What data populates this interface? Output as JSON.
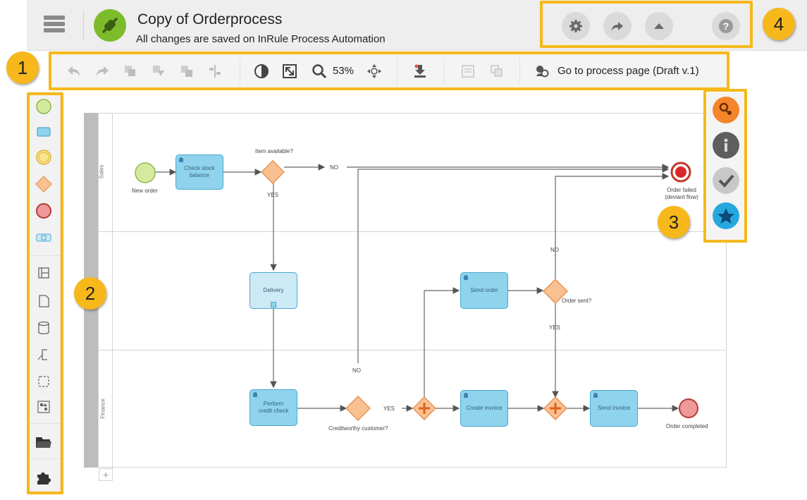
{
  "header": {
    "title": "Copy of Orderprocess",
    "subtitle": "All changes are saved on InRule Process Automation",
    "menu_icon": "hamburger-icon",
    "logo_icon": "plug-icon",
    "buttons": [
      {
        "icon": "gear-icon"
      },
      {
        "icon": "share-icon"
      },
      {
        "icon": "chevron-up-icon"
      },
      {
        "icon": "help-icon"
      }
    ]
  },
  "toolbar": {
    "zoom": "53%",
    "goto_label": "Go to process page (Draft v.1)",
    "icons": [
      "undo-icon",
      "redo-icon",
      "copy-icon",
      "paste-icon",
      "duplicate-icon",
      "align-icon",
      "contrast-icon",
      "fit-icon",
      "zoom-icon",
      "pan-icon",
      "export-icon",
      "document-icon",
      "clone-icon",
      "process-page-icon"
    ]
  },
  "palette": {
    "items": [
      "start-event-icon",
      "task-icon",
      "intermediate-event-icon",
      "gateway-icon",
      "end-event-icon",
      "subprocess-icon",
      "lane-icon",
      "data-object-icon",
      "data-store-icon",
      "annotation-icon",
      "group-icon",
      "extension-icon",
      "folder-icon",
      "puzzle-icon"
    ]
  },
  "diagram": {
    "lanes": [
      "Sales",
      "",
      "Finance"
    ],
    "start_label": "New order",
    "tasks": {
      "check_stock": "Check stock balance",
      "delivery": "Delivery",
      "send_order": "Send order",
      "perform_credit": "Perform credit check",
      "create_invoice": "Create invoice",
      "send_invoice": "Send invoice"
    },
    "gateways": {
      "item_available": "Item available?",
      "order_sent": "Order sent?",
      "creditworthy": "Creditworthy customer?"
    },
    "flow_labels": {
      "no": "NO",
      "yes": "YES"
    },
    "end_failed": "Order failed (deviant flow)",
    "end_completed": "Order completed",
    "add_lane": "+"
  },
  "right_tools": [
    "element-properties-icon",
    "info-icon",
    "check-icon",
    "star-icon"
  ],
  "callouts": [
    "1",
    "2",
    "3",
    "4"
  ],
  "colors": {
    "accent": "#f6b81b",
    "task_fill": "#8fd3ec",
    "gateway_fill": "#f9c192",
    "logo": "#7cbc2c",
    "orange_button": "#f5852b",
    "blue_button": "#26a8df"
  }
}
